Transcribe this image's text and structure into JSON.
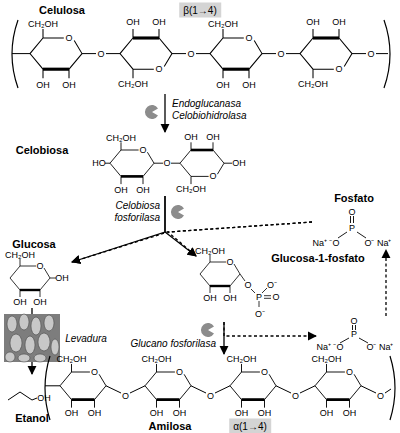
{
  "diagram": {
    "nodes": [
      {
        "text": [
          "Celulosa",
          "β(1→4)",
          "CH₂OH",
          "O",
          "OH",
          "OH",
          "CH₂OH",
          "O",
          "OH",
          "OH",
          "CH₂OH",
          "O",
          "OH",
          "OH",
          "CH₂OH",
          "O",
          "OH",
          "OH",
          "O",
          "O",
          "O",
          "O"
        ]
      },
      {
        "text": [
          "Celobiosa",
          "HO",
          "CH₂OH",
          "O",
          "OH",
          "OH",
          "O",
          "CH₂OH",
          "O",
          "OH",
          "OH",
          "OH"
        ]
      },
      {
        "text": [
          "Fosfato",
          "O",
          "P",
          "Na⁺ ⁻O",
          "O⁻ Na⁺"
        ]
      },
      {
        "text": [
          "Glucosa",
          "CH₂OH",
          "O",
          "OH",
          "OH",
          "OH"
        ]
      },
      {
        "text": [
          "Glucosa-1-fosfato",
          "CH₂OH",
          "O",
          "OH",
          "OH",
          "O",
          "P",
          "O",
          "O⁻",
          "O⁻"
        ]
      },
      {
        "text": [
          "Levadura"
        ]
      },
      {
        "text": [
          "Etanol",
          "OH"
        ]
      },
      {
        "text": [
          "O",
          "P",
          "Na⁺ ⁻O",
          "O⁻ Na⁺"
        ]
      },
      {
        "text": [
          "Amilosa",
          "α(1→4)",
          "CH₂OH",
          "O",
          "OH",
          "OH",
          "CH₂OH",
          "O",
          "OH",
          "OH",
          "CH₂OH",
          "O",
          "OH",
          "OH",
          "CH₂OH",
          "O",
          "OH",
          "OH",
          "O",
          "O",
          "O",
          "O"
        ]
      }
    ],
    "edges": [
      {
        "from": 0,
        "to": 1,
        "arrow": "to",
        "label": "Endoglucanasa Celobiohidrolasa"
      },
      {
        "from": 1,
        "to": 3,
        "arrow": "to",
        "label": "Celobiosa fosforilasa"
      },
      {
        "from": 1,
        "to": 4,
        "arrow": "to"
      },
      {
        "from": 2,
        "to": 3,
        "arrow": "to"
      },
      {
        "from": 2,
        "to": 4,
        "arrow": "to"
      },
      {
        "from": 3,
        "to": 5,
        "arrow": "none"
      },
      {
        "from": 5,
        "to": 6,
        "arrow": "to"
      },
      {
        "from": 4,
        "to": 8,
        "arrow": "to",
        "label": "Glucano fosforilasa"
      },
      {
        "from": 4,
        "to": 7,
        "arrow": "to"
      },
      {
        "from": 7,
        "to": 2,
        "arrow": "to"
      }
    ]
  }
}
